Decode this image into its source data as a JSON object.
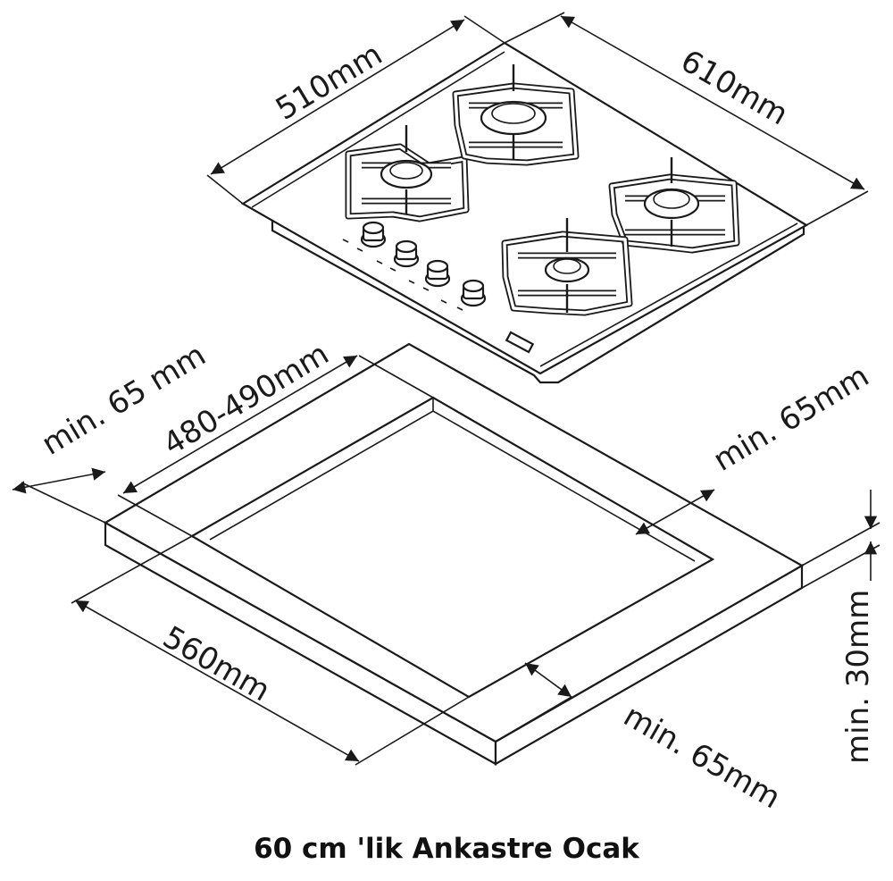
{
  "dimensions": {
    "hob_depth": "510mm",
    "hob_width": "610mm",
    "clearance_back": "min. 65 mm",
    "cutout_depth": "480-490mm",
    "clearance_right": "min. 65mm",
    "cutout_width": "560mm",
    "clearance_front": "min. 65mm",
    "worktop_thickness": "min. 30mm"
  },
  "caption": "60 cm 'lik Ankastre Ocak"
}
